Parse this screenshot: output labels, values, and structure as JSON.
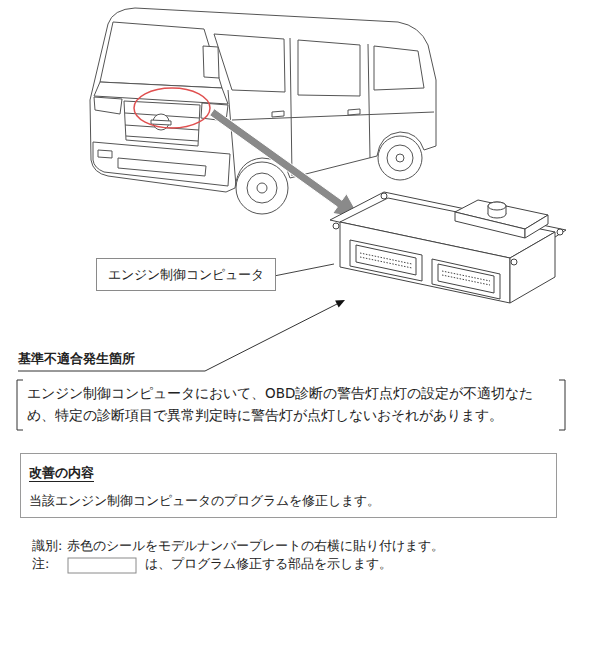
{
  "diagram": {
    "nodes": [
      {
        "text": [
          "エンジン制御コンピュータ"
        ]
      },
      {
        "text": [
          "基準不適合発生箇所",
          "エンジン制御コンピュータにおいて、OBD診断の警告灯点灯の設定が不適切なため、特定の診断項目で異常判定時に警告灯が点灯しないおそれがあります。"
        ]
      },
      {
        "text": [
          "改善の内容",
          "当該エンジン制御コンピュータのプログラムを修正します。"
        ]
      }
    ],
    "labels": [
      "識別: 赤色のシールをモデルナンバープレートの右横に貼り付けます。",
      "注:",
      "は、プログラム修正する部品を示します。"
    ]
  }
}
